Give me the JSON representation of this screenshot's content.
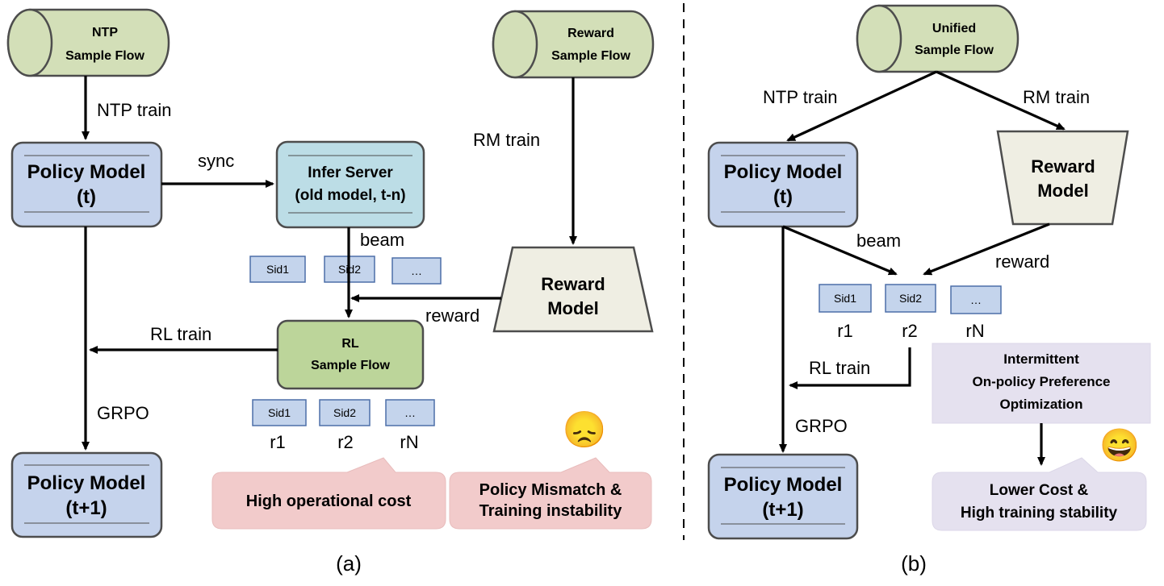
{
  "panel_a": {
    "ntp_flow": [
      "NTP",
      "Sample Flow"
    ],
    "reward_flow": [
      "Reward",
      "Sample Flow"
    ],
    "policy_t": [
      "Policy Model",
      "(t)"
    ],
    "infer_server": [
      "Infer Server",
      "(old model, t-n)"
    ],
    "reward_model": [
      "Reward",
      "Model"
    ],
    "rl_flow": [
      "RL",
      "Sample Flow"
    ],
    "policy_t1": [
      "Policy Model",
      "(t+1)"
    ],
    "labels": {
      "ntp_train": "NTP train",
      "sync": "sync",
      "rm_train": "RM train",
      "beam": "beam",
      "reward": "reward",
      "rl_train": "RL train",
      "grpo": "GRPO"
    },
    "beam_sids": [
      "Sid1",
      "Sid2",
      "…"
    ],
    "rl_sids": [
      "Sid1",
      "Sid2",
      "…"
    ],
    "rewards": [
      "r1",
      "r2",
      "rN"
    ],
    "callout_cost": "High operational cost",
    "callout_mismatch": [
      "Policy Mismatch &",
      "Training instability"
    ],
    "sad_icon": "😞",
    "caption": "(a)"
  },
  "panel_b": {
    "unified_flow": [
      "Unified",
      "Sample Flow"
    ],
    "policy_t": [
      "Policy Model",
      "(t)"
    ],
    "reward_model": [
      "Reward",
      "Model"
    ],
    "policy_t1": [
      "Policy Model",
      "(t+1)"
    ],
    "labels": {
      "ntp_train": "NTP train",
      "rm_train": "RM train",
      "beam": "beam",
      "reward": "reward",
      "rl_train": "RL train",
      "grpo": "GRPO"
    },
    "sids": [
      "Sid1",
      "Sid2",
      "…"
    ],
    "rewards": [
      "r1",
      "r2",
      "rN"
    ],
    "iopo": [
      "Intermittent",
      "On-policy Preference",
      "Optimization"
    ],
    "callout_stability": [
      "Lower Cost &",
      "High training stability"
    ],
    "happy_icon": "😄",
    "caption": "(b)"
  },
  "colors": {
    "flow_fill": "#d3dfb8",
    "policy_fill": "#c5d3ec",
    "infer_fill": "#bcdde6",
    "rl_flow_fill": "#bcd59a",
    "reward_fill": "#efeee3",
    "sid_fill": "#c4d4ec",
    "pink_fill": "#f2cbcb",
    "lavender_fill": "#e5e1ef",
    "stroke": "#4d4d4d"
  }
}
